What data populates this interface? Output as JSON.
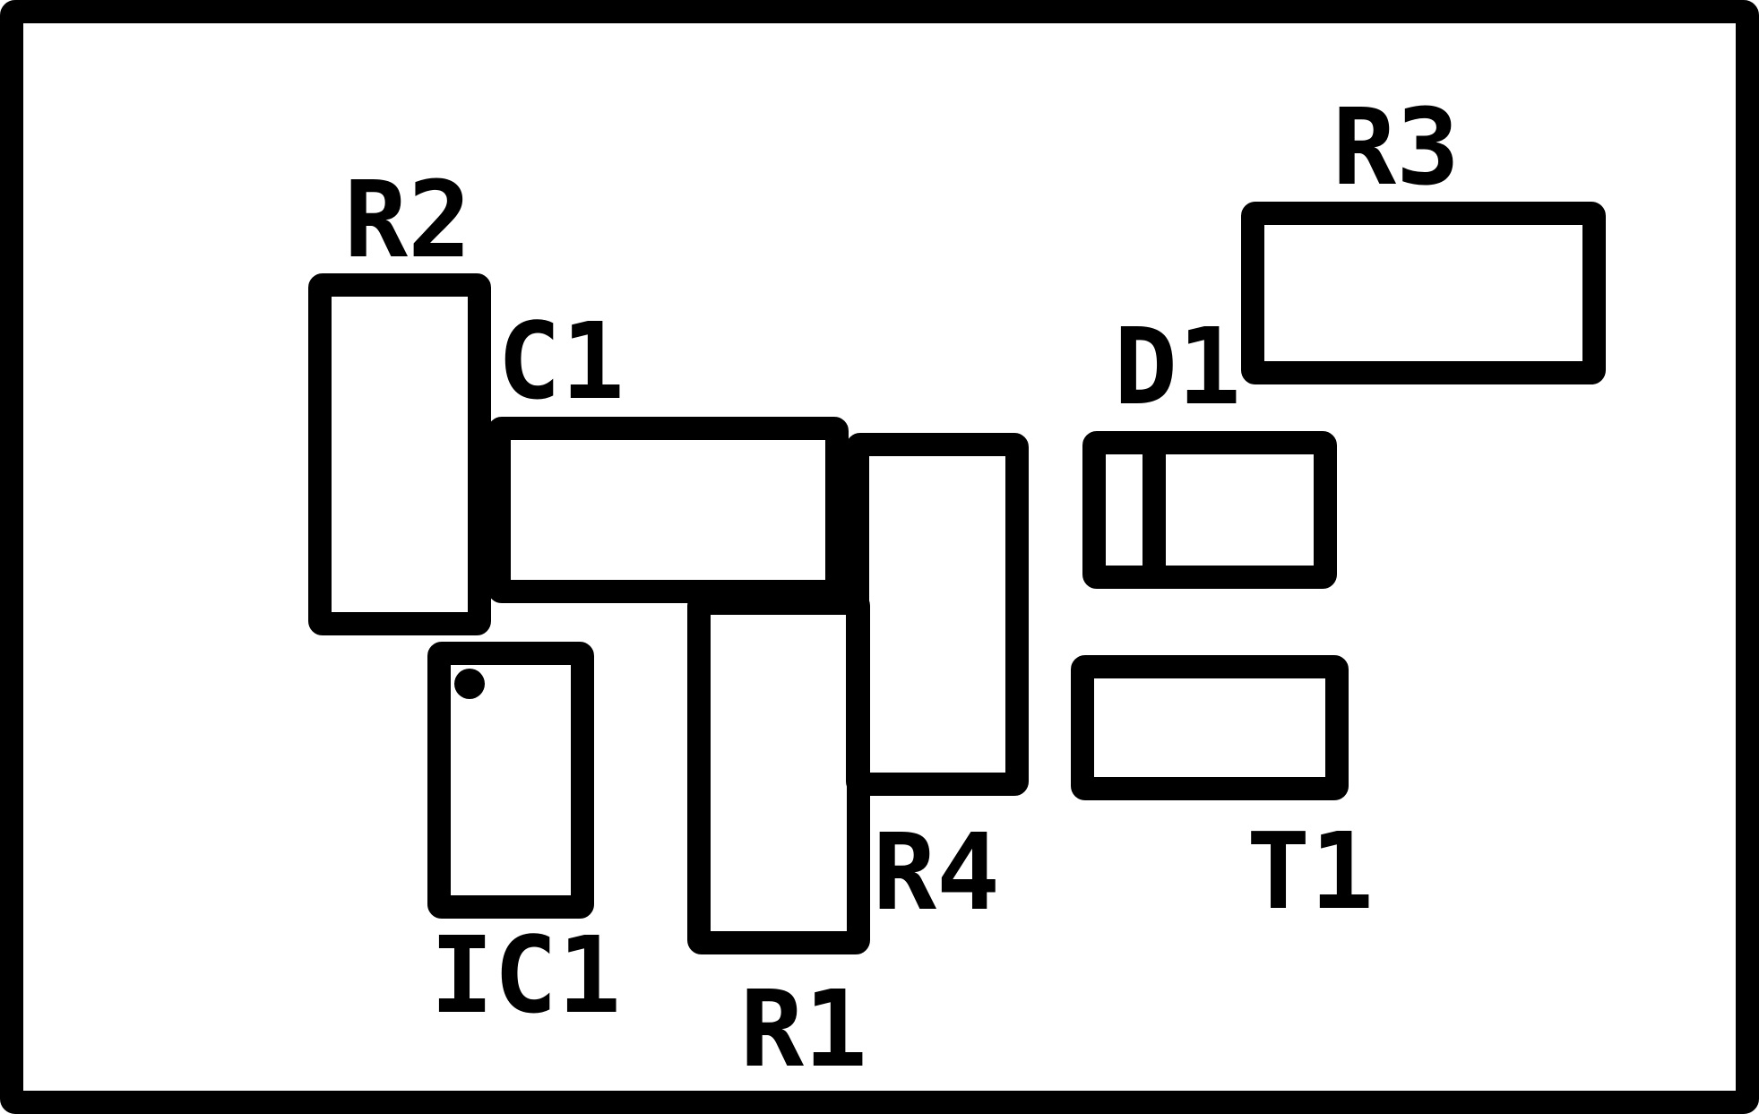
{
  "colors": {
    "ink": "#000000",
    "paper": "#ffffff"
  },
  "components": {
    "r1": {
      "designator": "R1"
    },
    "r2": {
      "designator": "R2"
    },
    "r3": {
      "designator": "R3"
    },
    "r4": {
      "designator": "R4"
    },
    "c1": {
      "designator": "C1"
    },
    "d1": {
      "designator": "D1"
    },
    "t1": {
      "designator": "T1"
    },
    "ic1": {
      "designator": "IC1"
    }
  }
}
